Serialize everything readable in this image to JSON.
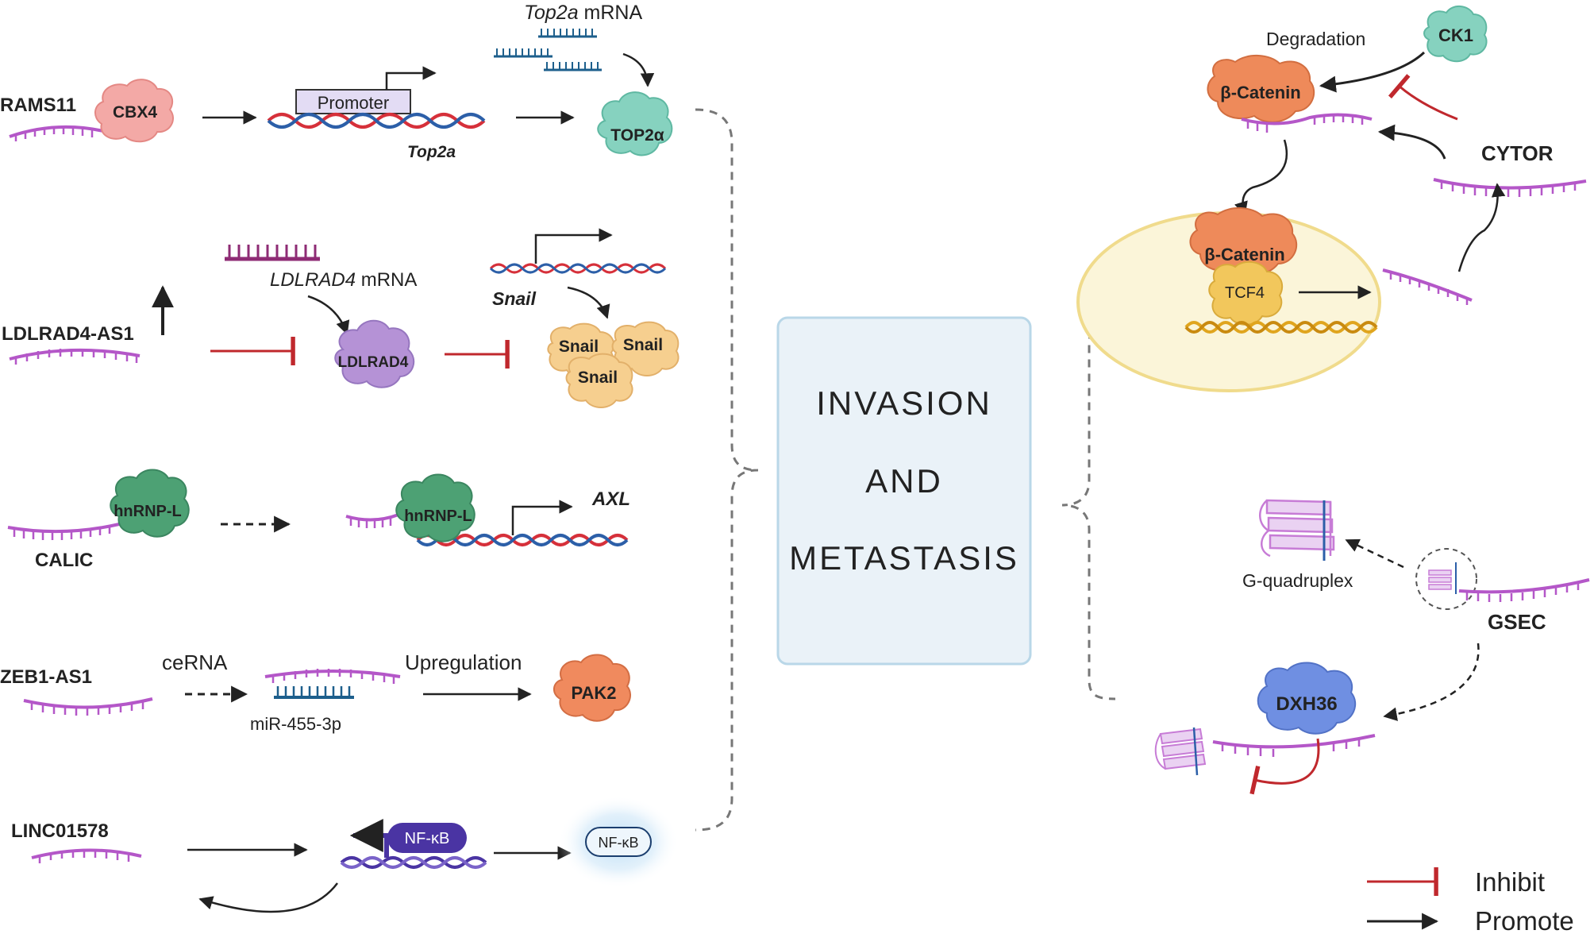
{
  "colors": {
    "rna": "#b457c8",
    "inhibit": "#c0282d",
    "promote": "#222222",
    "dna_red": "#d6303a",
    "dna_blue": "#2c5fa8",
    "center_box_fill": "#eaf2f8",
    "center_box_stroke": "#b9d7e8",
    "nucleus_fill": "#fbf5d9",
    "nucleus_stroke": "#f0db8c",
    "cbx4": "#f3a9a6",
    "top2a": "#86d2bf",
    "ldlrad4": "#b592d6",
    "snail": "#f6cf8f",
    "hnrnpl": "#4da174",
    "pak2": "#f08a5e",
    "beta_catenin": "#ee8a5a",
    "tcf4": "#f2c75c",
    "ck1": "#86d2bf",
    "dxh36": "#6f8fe2",
    "nfkb": "#4a34a3"
  },
  "icons": [
    "ribosome-protein-shape",
    "dna-helix",
    "rna-strand",
    "g-quadruplex",
    "arrow",
    "inhibit-bar"
  ],
  "center": {
    "line1": "INVASION",
    "line2": "AND",
    "line3": "METASTASIS"
  },
  "rams11": {
    "lnc": "RAMS11",
    "protein": "CBX4",
    "promoter": "Promoter",
    "gene": "Top2a",
    "mrna_gene": "Top2a",
    "mrna_suffix": " mRNA",
    "product": "TOP2α"
  },
  "ldlrad4": {
    "lnc": "LDLRAD4-AS1",
    "mrna_gene": "LDLRAD4",
    "mrna_suffix": " mRNA",
    "protein": "LDLRAD4",
    "gene": "Snail",
    "snail1": "Snail",
    "snail2": "Snail",
    "snail3": "Snail"
  },
  "calic": {
    "lnc": "CALIC",
    "protein_left": "hnRNP-L",
    "protein_right": "hnRNP-L",
    "gene": "AXL"
  },
  "zeb1": {
    "lnc": "ZEB1-AS1",
    "cerna": "ceRNA",
    "mirna": "miR-455-3p",
    "upregulation": "Upregulation",
    "product": "PAK2"
  },
  "linc": {
    "lnc": "LINC01578",
    "tf": "NF-κB",
    "product": "NF-κB"
  },
  "cytor": {
    "degradation": "Degradation",
    "ck1": "CK1",
    "catenin_top": "β-Catenin",
    "lnc": "CYTOR",
    "catenin_nuc": "β-Catenin",
    "tcf4": "TCF4"
  },
  "gsec": {
    "gq_label": "G-quadruplex",
    "lnc": "GSEC",
    "helicase": "DXH36"
  },
  "legend": {
    "inhibit": "Inhibit",
    "promote": "Promote"
  }
}
